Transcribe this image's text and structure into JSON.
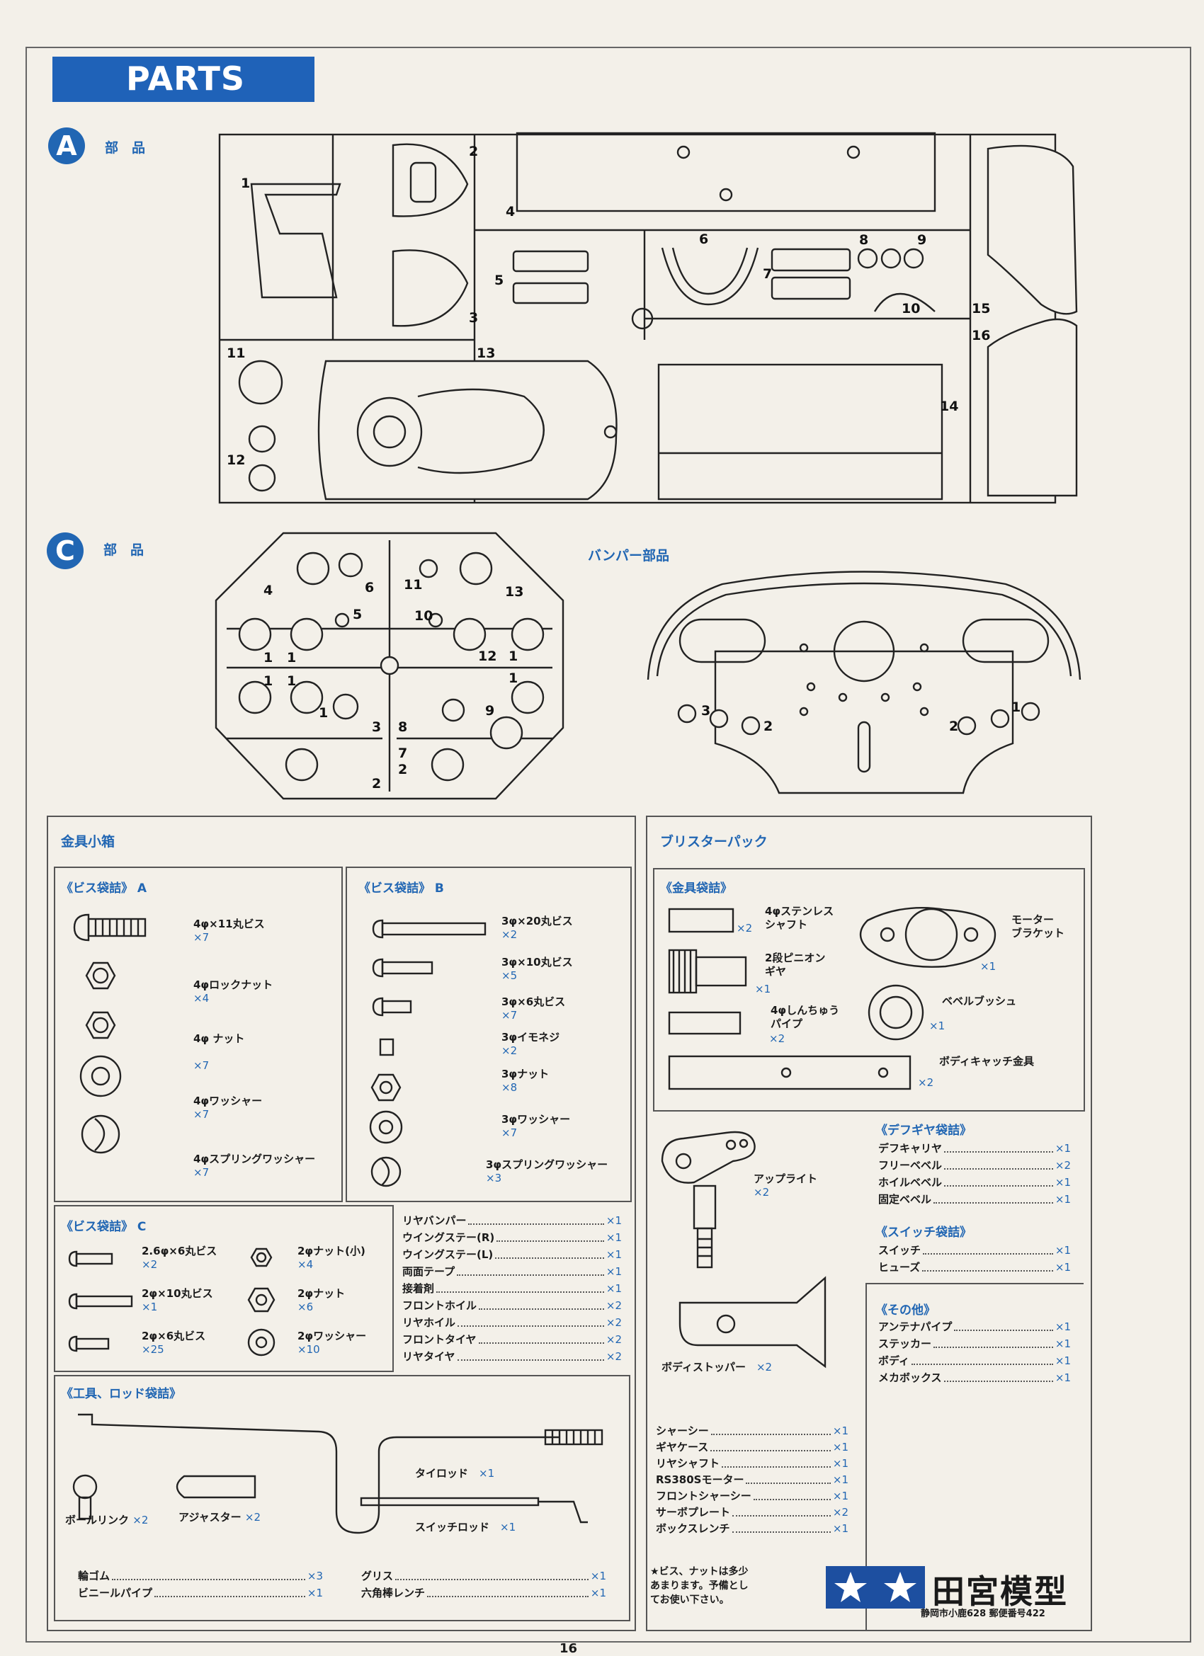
{
  "header": {
    "title": "PARTS"
  },
  "sections": {
    "a_letter": "A",
    "a_label": "部　品",
    "c_letter": "C",
    "c_label": "部　品",
    "bumper_label": "バンパー部品"
  },
  "sprue_a": {
    "nums": [
      "1",
      "2",
      "3",
      "4",
      "5",
      "6",
      "7",
      "8",
      "9",
      "10",
      "11",
      "12",
      "13",
      "14",
      "15",
      "16"
    ]
  },
  "sprue_c": {
    "nums": [
      "4",
      "6",
      "5",
      "11",
      "13",
      "10",
      "1",
      "1",
      "12",
      "1",
      "1",
      "1",
      "3",
      "8",
      "9",
      "7",
      "2",
      "2",
      "1",
      "1"
    ]
  },
  "bumper": {
    "nums": [
      "3",
      "2",
      "2",
      "1"
    ]
  },
  "hardware": {
    "title": "金具小箱",
    "bag_a": {
      "title": "《ビス袋詰》 A",
      "items": [
        {
          "name": "4φ×11丸ビス",
          "qty": "×7"
        },
        {
          "name": "4φロックナット",
          "qty": "×4"
        },
        {
          "name": "4φ ナット",
          "qty": "×7"
        },
        {
          "name": "4φワッシャー",
          "qty": "×7"
        },
        {
          "name": "4φスプリングワッシャー",
          "qty": "×7"
        }
      ]
    },
    "bag_b": {
      "title": "《ビス袋詰》 B",
      "items": [
        {
          "name": "3φ×20丸ビス",
          "qty": "×2"
        },
        {
          "name": "3φ×10丸ビス",
          "qty": "×5"
        },
        {
          "name": "3φ×6丸ビス",
          "qty": "×7"
        },
        {
          "name": "3φイモネジ",
          "qty": "×2"
        },
        {
          "name": "3φナット",
          "qty": "×8"
        },
        {
          "name": "3φワッシャー",
          "qty": "×7"
        },
        {
          "name": "3φスプリングワッシャー",
          "qty": "×3"
        }
      ]
    },
    "bag_c": {
      "title": "《ビス袋詰》 C",
      "items": [
        {
          "name": "2.6φ×6丸ビス",
          "qty": "×2"
        },
        {
          "name": "2φ×10丸ビス",
          "qty": "×1"
        },
        {
          "name": "2φ×6丸ビス",
          "qty": "×25"
        },
        {
          "name": "2φナット(小)",
          "qty": "×4"
        },
        {
          "name": "2φナット",
          "qty": "×6"
        },
        {
          "name": "2φワッシャー",
          "qty": "×10"
        }
      ]
    },
    "misc_list": [
      {
        "name": "リヤバンパー",
        "qty": "×1"
      },
      {
        "name": "ウイングステー(R)",
        "qty": "×1"
      },
      {
        "name": "ウイングステー(L)",
        "qty": "×1"
      },
      {
        "name": "両面テープ",
        "qty": "×1"
      },
      {
        "name": "接着剤",
        "qty": "×1"
      },
      {
        "name": "フロントホイル",
        "qty": "×2"
      },
      {
        "name": "リヤホイル",
        "qty": "×2"
      },
      {
        "name": "フロントタイヤ",
        "qty": "×2"
      },
      {
        "name": "リヤタイヤ",
        "qty": "×2"
      }
    ],
    "tools": {
      "title": "《工具、ロッド袋詰》",
      "tie_rod": "タイロッド",
      "tie_rod_qty": "×1",
      "ball_link": "ボールリンク",
      "ball_link_qty": "×2",
      "adjuster": "アジャスター",
      "adjuster_qty": "×2",
      "switch_rod": "スイッチロッド",
      "switch_rod_qty": "×1",
      "list_left": [
        {
          "name": "輪ゴム",
          "qty": "×3"
        },
        {
          "name": "ビニールパイプ",
          "qty": "×1"
        }
      ],
      "list_right": [
        {
          "name": "グリス",
          "qty": "×1"
        },
        {
          "name": "六角棒レンチ",
          "qty": "×1"
        }
      ]
    }
  },
  "blister": {
    "title": "ブリスターパック",
    "metal_bag": {
      "title": "《金具袋詰》",
      "shaft": "4φステンレス\nシャフト",
      "shaft_qty": "×2",
      "pinion": "2段ピニオン\nギヤ",
      "pinion_qty": "×1",
      "pipe": "4φしんちゅう\nパイプ",
      "pipe_qty": "×2",
      "motor_bracket": "モーター\nブラケット",
      "motor_bracket_qty": "×1",
      "bevel_bush": "ベベルブッシュ",
      "bevel_bush_qty": "×1",
      "body_catch": "ボディキャッチ金具",
      "body_catch_qty": "×2"
    },
    "upright": "アップライト",
    "upright_qty": "×2",
    "body_stopper": "ボディストッパー",
    "body_stopper_qty": "×2",
    "diff_bag": {
      "title": "《デフギヤ袋詰》",
      "items": [
        {
          "name": "デフキャリヤ",
          "qty": "×1"
        },
        {
          "name": "フリーベベル",
          "qty": "×2"
        },
        {
          "name": "ホイルベベル",
          "qty": "×1"
        },
        {
          "name": "固定ベベル",
          "qty": "×1"
        }
      ]
    },
    "switch_bag": {
      "title": "《スイッチ袋詰》",
      "items": [
        {
          "name": "スイッチ",
          "qty": "×1"
        },
        {
          "name": "ヒューズ",
          "qty": "×1"
        }
      ]
    },
    "other": {
      "title": "《その他》",
      "items": [
        {
          "name": "アンテナパイプ",
          "qty": "×1"
        },
        {
          "name": "ステッカー",
          "qty": "×1"
        },
        {
          "name": "ボディ",
          "qty": "×1"
        },
        {
          "name": "メカボックス",
          "qty": "×1"
        }
      ]
    },
    "chassis_list": [
      {
        "name": "シャーシー",
        "qty": "×1"
      },
      {
        "name": "ギヤケース",
        "qty": "×1"
      },
      {
        "name": "リヤシャフト",
        "qty": "×1"
      },
      {
        "name": "RS380Sモーター",
        "qty": "×1"
      },
      {
        "name": "フロントシャーシー",
        "qty": "×1"
      },
      {
        "name": "サーボプレート",
        "qty": "×2"
      },
      {
        "name": "ボックスレンチ",
        "qty": "×1"
      }
    ],
    "note": "★ビス、ナットは多少\nあまります。予備とし\nてお使い下さい。"
  },
  "brand": {
    "name": "田宮模型",
    "address": "静岡市小鹿628 郵便番号422"
  },
  "page_number": "16",
  "colors": {
    "accent": "#2166b3",
    "paper": "#f3f0e9",
    "ink": "#1a1a1a"
  }
}
